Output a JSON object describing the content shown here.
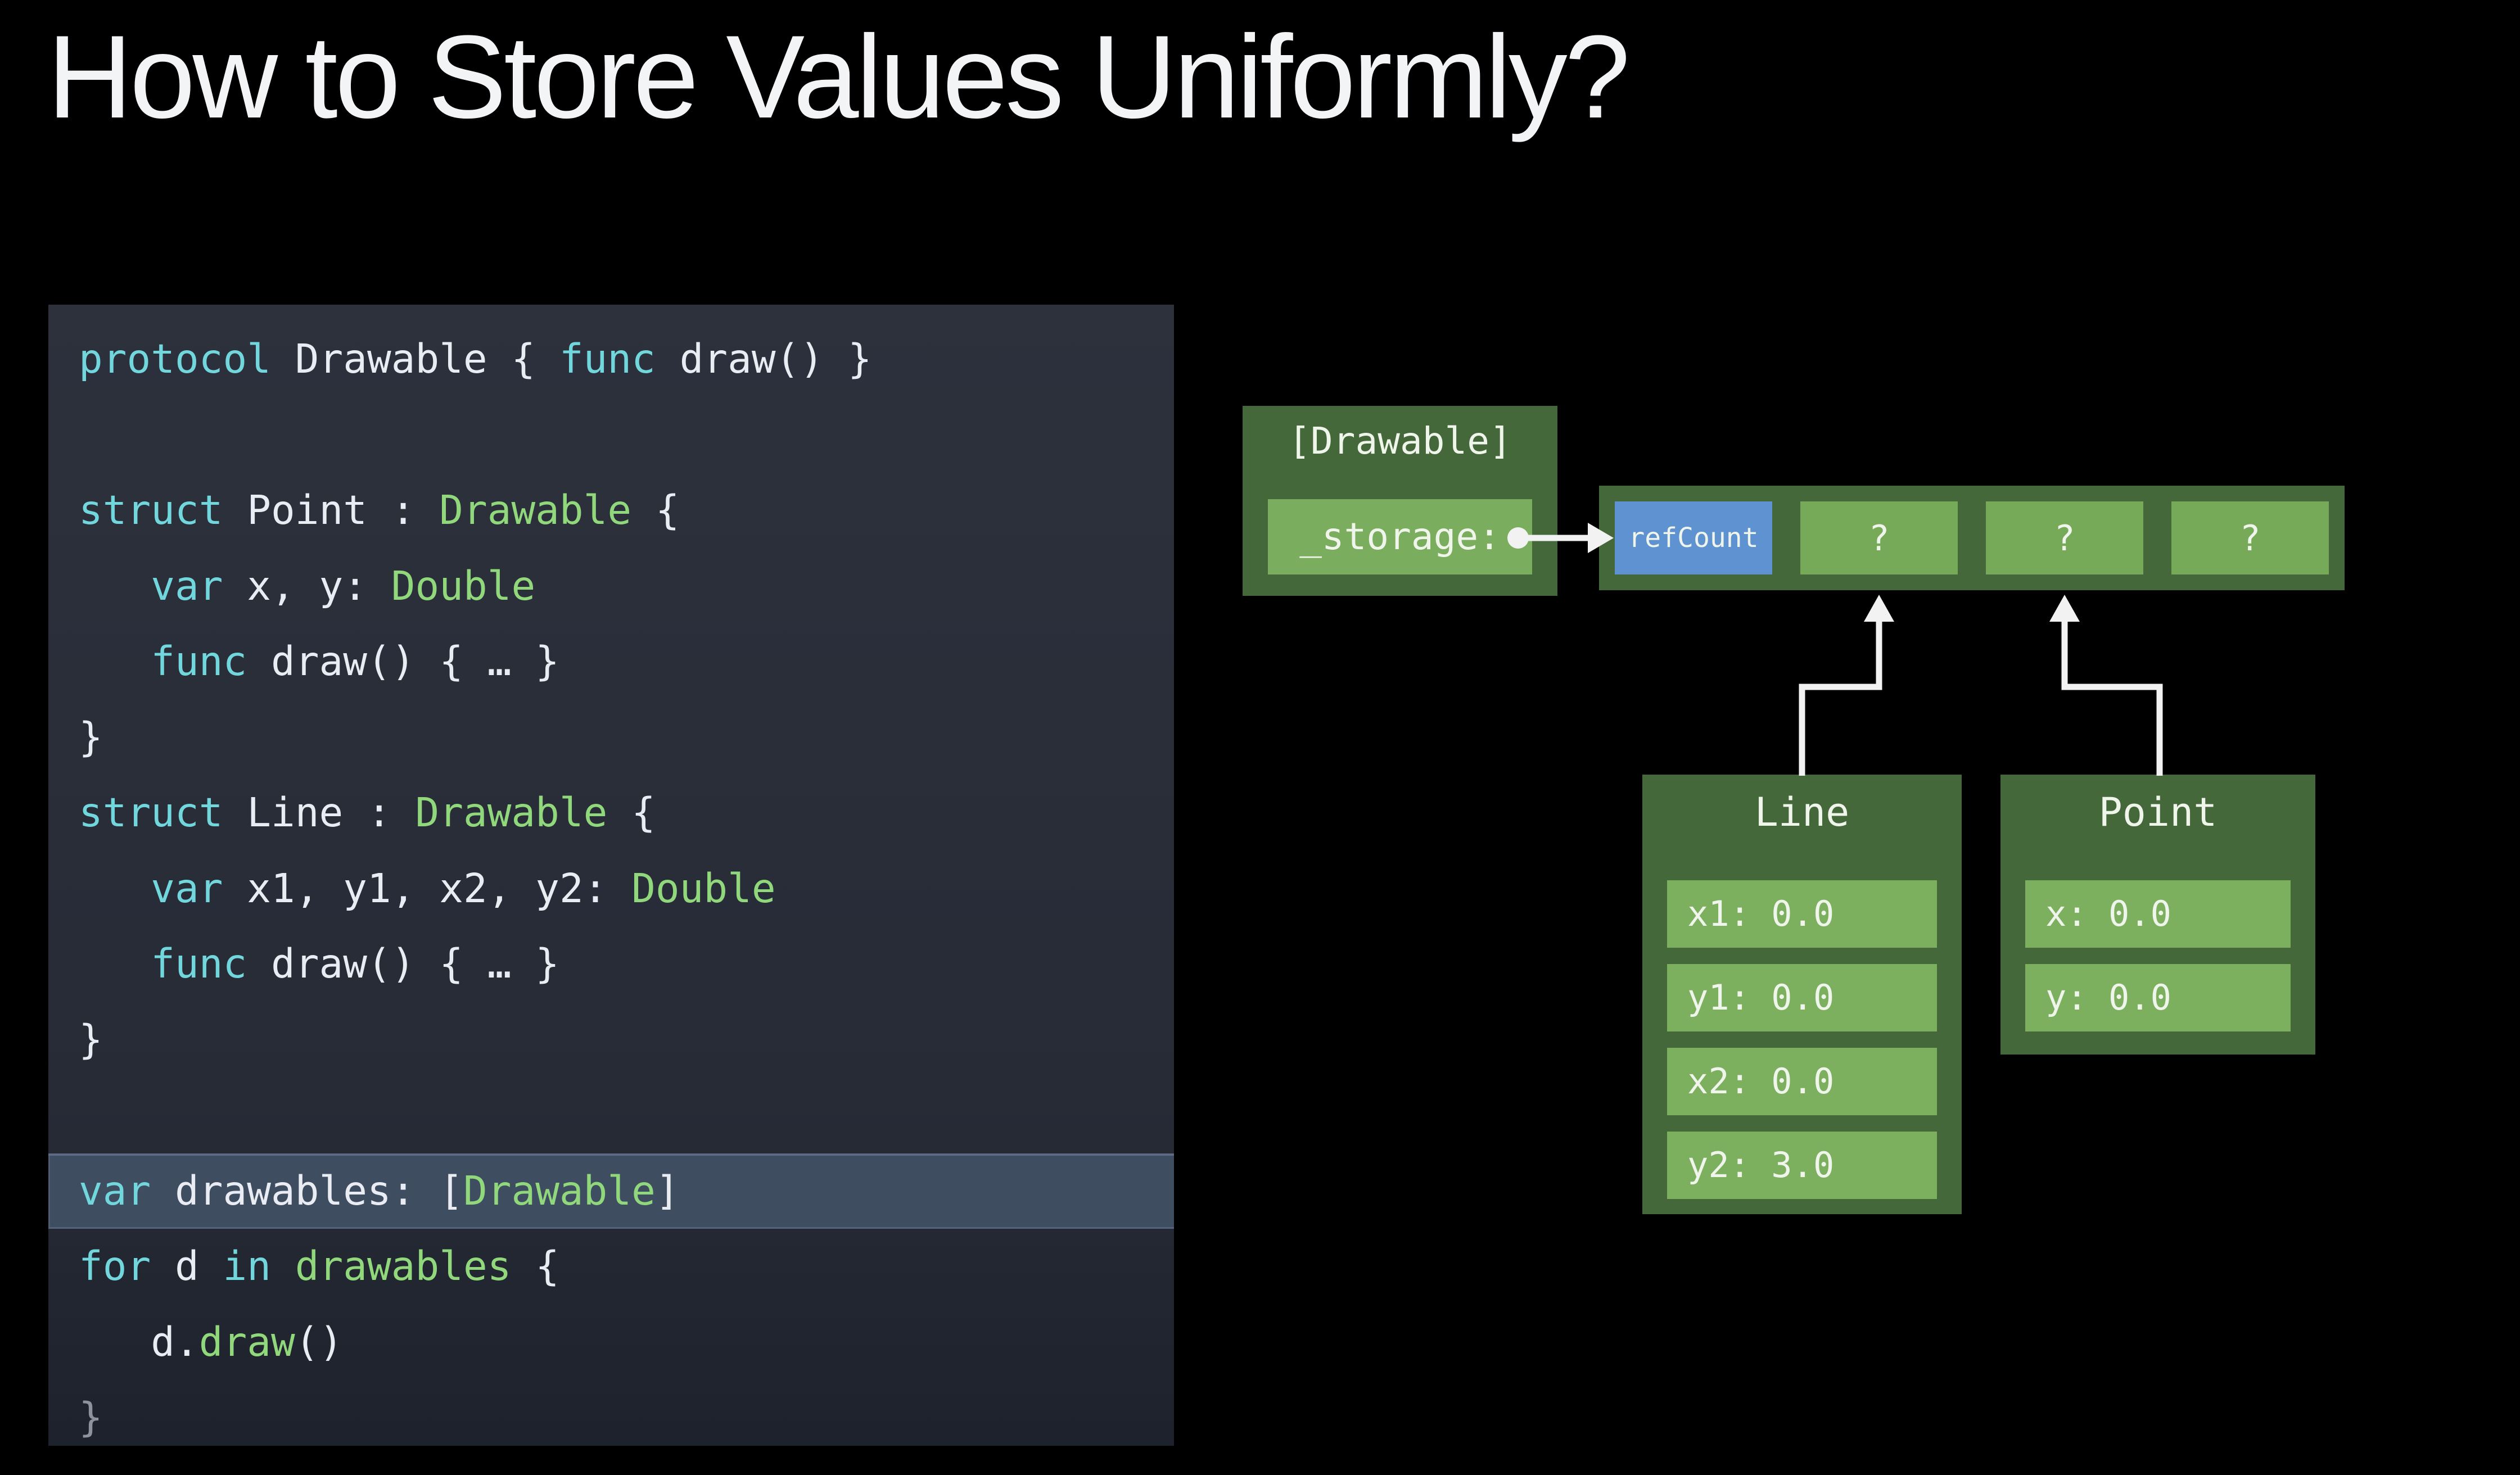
{
  "title": "How to Store Values Uniformly?",
  "colors": {
    "background": "#000000",
    "code_bg": "#2b303b",
    "highlight_bg": "#3f4d61",
    "keyword": "#72d6dd",
    "type": "#90d87b",
    "plain": "#e9edf3",
    "dim": "#8d939e",
    "container_green": "#45683a",
    "cell_green": "#76aa59",
    "row_green": "#7cb05e",
    "refcount_blue": "#5e92d0",
    "arrow": "#f2f2f2"
  },
  "code": {
    "lines": [
      {
        "segments": [
          {
            "text": "protocol",
            "style": "keyword"
          },
          {
            "text": " Drawable { ",
            "style": "plain"
          },
          {
            "text": "func",
            "style": "keyword"
          },
          {
            "text": " draw() }",
            "style": "plain"
          }
        ]
      },
      {
        "segments": []
      },
      {
        "segments": [
          {
            "text": "struct",
            "style": "keyword"
          },
          {
            "text": " Point : ",
            "style": "plain"
          },
          {
            "text": "Drawable",
            "style": "type"
          },
          {
            "text": " {",
            "style": "plain"
          }
        ]
      },
      {
        "segments": [
          {
            "text": "   ",
            "style": "plain"
          },
          {
            "text": "var",
            "style": "keyword"
          },
          {
            "text": " x, y: ",
            "style": "plain"
          },
          {
            "text": "Double",
            "style": "type"
          }
        ]
      },
      {
        "segments": [
          {
            "text": "   ",
            "style": "plain"
          },
          {
            "text": "func",
            "style": "keyword"
          },
          {
            "text": " draw() { … }",
            "style": "plain"
          }
        ]
      },
      {
        "segments": [
          {
            "text": "}",
            "style": "plain"
          }
        ]
      },
      {
        "segments": [
          {
            "text": "struct",
            "style": "keyword"
          },
          {
            "text": " Line : ",
            "style": "plain"
          },
          {
            "text": "Drawable",
            "style": "type"
          },
          {
            "text": " {",
            "style": "plain"
          }
        ]
      },
      {
        "segments": [
          {
            "text": "   ",
            "style": "plain"
          },
          {
            "text": "var",
            "style": "keyword"
          },
          {
            "text": " x1, y1, x2, y2: ",
            "style": "plain"
          },
          {
            "text": "Double",
            "style": "type"
          }
        ]
      },
      {
        "segments": [
          {
            "text": "   ",
            "style": "plain"
          },
          {
            "text": "func",
            "style": "keyword"
          },
          {
            "text": " draw() { … }",
            "style": "plain"
          }
        ]
      },
      {
        "segments": [
          {
            "text": "}",
            "style": "plain"
          }
        ]
      },
      {
        "segments": []
      },
      {
        "segments": [
          {
            "text": "var",
            "style": "keyword"
          },
          {
            "text": " drawables: [",
            "style": "plain"
          },
          {
            "text": "Drawable",
            "style": "type"
          },
          {
            "text": "]",
            "style": "plain"
          }
        ],
        "highlight": true
      },
      {
        "segments": [
          {
            "text": "for",
            "style": "keyword"
          },
          {
            "text": " d ",
            "style": "plain"
          },
          {
            "text": "in",
            "style": "keyword"
          },
          {
            "text": " ",
            "style": "plain"
          },
          {
            "text": "drawables",
            "style": "type"
          },
          {
            "text": " {",
            "style": "plain"
          }
        ]
      },
      {
        "segments": [
          {
            "text": "   d.",
            "style": "plain"
          },
          {
            "text": "draw",
            "style": "type"
          },
          {
            "text": "()",
            "style": "plain"
          }
        ]
      },
      {
        "segments": [
          {
            "text": "}",
            "style": "dim"
          }
        ]
      }
    ]
  },
  "diagram": {
    "array_box": {
      "title": "[Drawable]",
      "field_label": "_storage:"
    },
    "buffer": {
      "cells": [
        {
          "label": "refCount",
          "kind": "refcount"
        },
        {
          "label": "?",
          "kind": "slot"
        },
        {
          "label": "?",
          "kind": "slot"
        },
        {
          "label": "?",
          "kind": "slot"
        }
      ]
    },
    "structs": [
      {
        "title": "Line",
        "rows": [
          "x1: 0.0",
          "y1: 0.0",
          "x2: 0.0",
          "y2: 3.0"
        ]
      },
      {
        "title": "Point",
        "rows": [
          "x: 0.0",
          "y: 0.0"
        ]
      }
    ]
  }
}
